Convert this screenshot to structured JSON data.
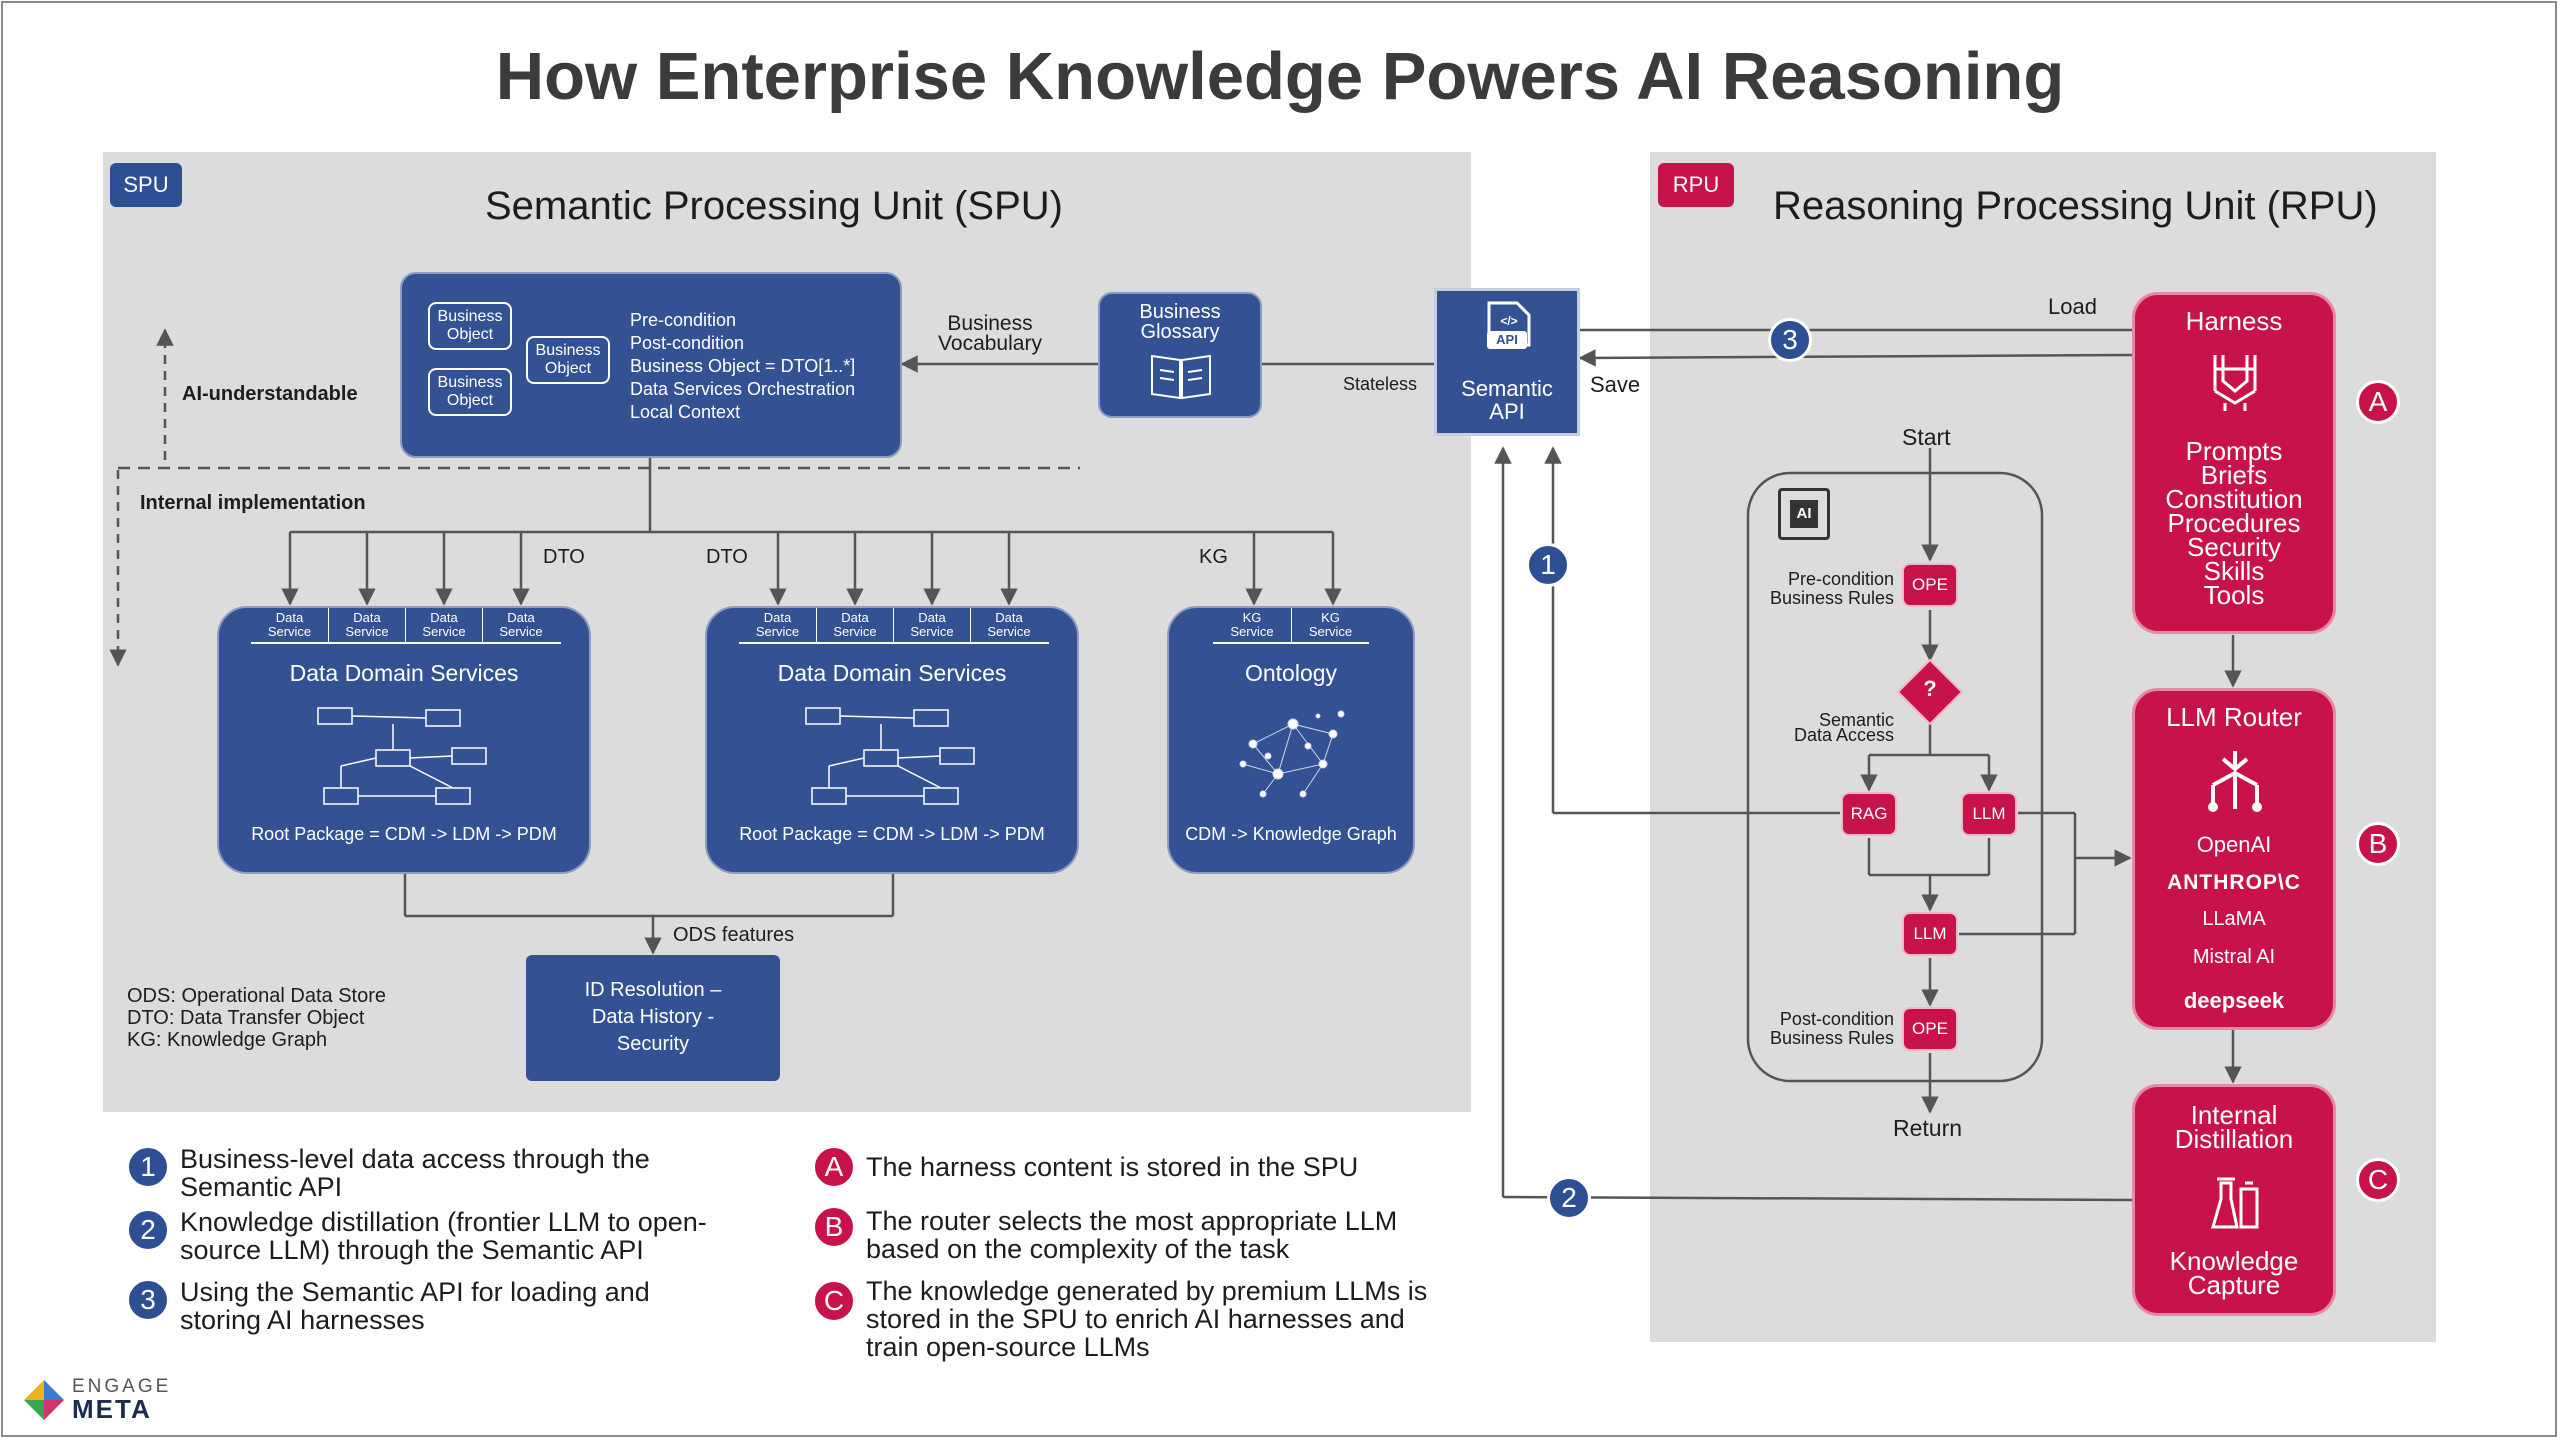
{
  "title": "How Enterprise Knowledge Powers AI Reasoning",
  "spu": {
    "tag": "SPU",
    "title": "Semantic Processing Unit (SPU)",
    "ai_understandable": "AI-understandable",
    "internal_implementation": "Internal implementation",
    "business_objects": [
      "Business\nObject",
      "Business\nObject",
      "Business\nObject"
    ],
    "bo_details": [
      "Pre-condition",
      "Post-condition",
      "Business Object = DTO[1..*]",
      "Data Services Orchestration",
      "Local Context"
    ],
    "business_vocabulary": "Business\nVocabulary",
    "business_glossary": "Business\nGlossary",
    "stateless": "Stateless",
    "semantic_api": "Semantic\nAPI",
    "api_icon_text": "API",
    "dto1": "DTO",
    "dto2": "DTO",
    "kg": "KG",
    "data_service": "Data\nService",
    "kg_service": "KG\nService",
    "dds1_title": "Data Domain Services",
    "dds1_footer": "Root Package = CDM -> LDM -> PDM",
    "dds2_title": "Data Domain Services",
    "dds2_footer": "Root Package = CDM -> LDM -> PDM",
    "ontology_title": "Ontology",
    "ontology_footer": "CDM -> Knowledge Graph",
    "ods_features": "ODS features",
    "id_resolution": "ID Resolution –\nData History -\nSecurity",
    "abbreviations": [
      "ODS: Operational Data Store",
      "DTO: Data Transfer Object",
      "KG: Knowledge Graph"
    ]
  },
  "rpu": {
    "tag": "RPU",
    "title": "Reasoning Processing Unit (RPU)",
    "load": "Load",
    "save": "Save",
    "start": "Start",
    "return": "Return",
    "ai_icon": "AI",
    "pre_rules": "Pre-condition\nBusiness Rules",
    "post_rules": "Post-condition\nBusiness Rules",
    "semantic_data_access": "Semantic\nData Access",
    "ope": "OPE",
    "question": "?",
    "rag": "RAG",
    "llm": "LLM",
    "harness": {
      "title": "Harness",
      "items": [
        "Prompts",
        "Briefs",
        "Constitution",
        "Procedures",
        "Security",
        "Skills",
        "Tools"
      ]
    },
    "router": {
      "title": "LLM Router",
      "providers": [
        "OpenAI",
        "ANTHROP\\C",
        "LLaMA",
        "Mistral AI",
        "deepseek"
      ]
    },
    "distillation": {
      "title": "Internal\nDistillation",
      "subtitle": "Knowledge\nCapture"
    }
  },
  "markers": {
    "one": "1",
    "two": "2",
    "three": "3",
    "a": "A",
    "b": "B",
    "c": "C"
  },
  "legend": {
    "one": "Business-level data access through the\nSemantic API",
    "two": "Knowledge distillation (frontier LLM to open-\nsource LLM) through the Semantic API",
    "three": "Using the Semantic API for loading and\nstoring AI harnesses",
    "a": "The harness content is stored in the SPU",
    "b": "The router selects the most appropriate LLM\nbased on the complexity of the task",
    "c": "The knowledge generated by premium LLMs is\nstored in the SPU to enrich AI harnesses and\ntrain open-source LLMs"
  },
  "brand": {
    "line1": "ENGAGE",
    "line2": "META"
  },
  "colors": {
    "spu_blue": "#345193",
    "rpu_red": "#c8134a",
    "panel_gray": "#dcdcdc"
  }
}
